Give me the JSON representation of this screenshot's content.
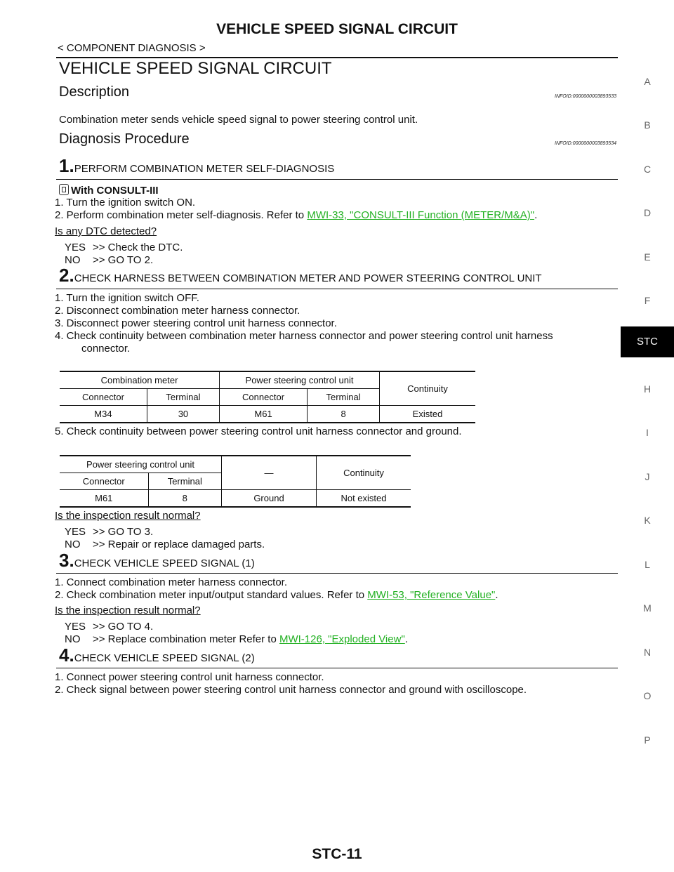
{
  "header": {
    "title": "VEHICLE SPEED SIGNAL CIRCUIT",
    "breadcrumb": "< COMPONENT DIAGNOSIS >"
  },
  "section_title": "VEHICLE SPEED SIGNAL CIRCUIT",
  "description": {
    "heading": "Description",
    "infoid": "INFOID:0000000003893533",
    "text": "Combination meter sends vehicle speed signal to power steering control unit."
  },
  "diagnosis": {
    "heading": "Diagnosis Procedure",
    "infoid": "INFOID:0000000003893534"
  },
  "step1": {
    "num": "1.",
    "title": "PERFORM COMBINATION METER SELF-DIAGNOSIS",
    "with_label": "With CONSULT-III",
    "l1": "1.  Turn the ignition switch ON.",
    "l2_pre": "2.  Perform combination meter self-diagnosis. Refer to ",
    "l2_link": "MWI-33, \"CONSULT-III Function (METER/M&A)\"",
    "l2_post": ".",
    "question": "Is any DTC detected?",
    "yes_k": "YES",
    "yes_v": ">> Check the DTC.",
    "no_k": "NO",
    "no_v": ">> GO TO 2."
  },
  "step2": {
    "num": "2.",
    "title": "CHECK HARNESS BETWEEN COMBINATION METER AND POWER STEERING CONTROL UNIT",
    "l1": "1.  Turn the ignition switch OFF.",
    "l2": "2.  Disconnect combination meter harness connector.",
    "l3": "3.  Disconnect power steering control unit harness connector.",
    "l4a": "4.  Check continuity between combination meter harness connector and power steering control unit harness",
    "l4b": "connector.",
    "l5": "5.  Check continuity between power steering control unit harness connector and ground.",
    "question": "Is the inspection result normal?",
    "yes_k": "YES",
    "yes_v": ">> GO TO 3.",
    "no_k": "NO",
    "no_v": ">> Repair or replace damaged parts."
  },
  "table1": {
    "h_meter": "Combination meter",
    "h_psu": "Power steering control unit",
    "h_cont": "Continuity",
    "h_conn1": "Connector",
    "h_term1": "Terminal",
    "h_conn2": "Connector",
    "h_term2": "Terminal",
    "r_conn1": "M34",
    "r_term1": "30",
    "r_conn2": "M61",
    "r_term2": "8",
    "r_cont": "Existed"
  },
  "table2": {
    "h_psu": "Power steering control unit",
    "h_dash": "—",
    "h_cont": "Continuity",
    "h_conn": "Connector",
    "h_term": "Terminal",
    "r_conn": "M61",
    "r_term": "8",
    "r_gnd": "Ground",
    "r_cont": "Not existed"
  },
  "step3": {
    "num": "3.",
    "title": "CHECK VEHICLE SPEED SIGNAL (1)",
    "l1": "1.  Connect combination meter harness connector.",
    "l2_pre": "2.  Check combination meter input/output standard values. Refer to ",
    "l2_link": "MWI-53, \"Reference Value\"",
    "l2_post": ".",
    "question": "Is the inspection result normal?",
    "yes_k": "YES",
    "yes_v": ">> GO TO 4.",
    "no_k": "NO",
    "no_v_pre": ">> Replace combination meter Refer to ",
    "no_link": "MWI-126, \"Exploded View\"",
    "no_post": "."
  },
  "step4": {
    "num": "4.",
    "title": "CHECK VEHICLE SPEED SIGNAL (2)",
    "l1": "1.  Connect power steering control unit harness connector.",
    "l2": "2.  Check signal between power steering control unit harness connector and ground with oscilloscope."
  },
  "side_index": {
    "A": "A",
    "B": "B",
    "C": "C",
    "D": "D",
    "E": "E",
    "F": "F",
    "STC": "STC",
    "H": "H",
    "I": "I",
    "J": "J",
    "K": "K",
    "L": "L",
    "M": "M",
    "N": "N",
    "O": "O",
    "P": "P"
  },
  "footer": {
    "page": "STC-11"
  }
}
